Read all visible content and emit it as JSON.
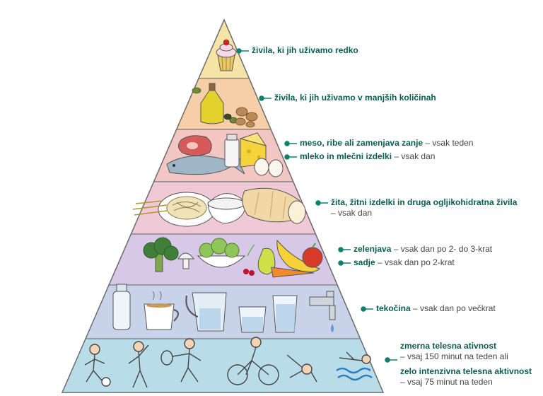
{
  "colors": {
    "accent": "#0f7f6e",
    "outline": "#6b6b6b",
    "tier_sweets": "#f6e3a6",
    "tier_oils": "#f6cfa8",
    "tier_protein": "#f2c7c3",
    "tier_grains": "#f0c9d6",
    "tier_veg": "#d6c8e6",
    "tier_liquid": "#c8d3ea",
    "tier_activity": "#b8dde8"
  },
  "labels": {
    "sweets": {
      "bold": "živila, ki jih uživamo redko",
      "rest": ""
    },
    "oils": {
      "bold": "živila, ki jih uživamo v manjših količinah",
      "rest": ""
    },
    "meat": {
      "bold": "meso, ribe ali zamenjava zanje",
      "rest": " – vsak teden"
    },
    "dairy": {
      "bold": "mleko in mlečni izdelki",
      "rest": " – vsak dan"
    },
    "grains": {
      "bold": "žita, žitni izdelki in druga ogljikohidratna živila",
      "rest": "– vsak dan"
    },
    "vegetables": {
      "bold": "zelenjava",
      "rest": " – vsak dan po 2- do 3-krat"
    },
    "fruit": {
      "bold": "sadje",
      "rest": " – vsak dan po 2-krat"
    },
    "liquids": {
      "bold": "tekočina",
      "rest": " – vsak dan po večkrat"
    },
    "moderate": {
      "bold": "zmerna telesna ativnost",
      "rest": "– vsaj 150 minut na teden ali"
    },
    "intense": {
      "bold": "zelo intenzivna telesna aktivnost",
      "rest": "– vsaj 75 minut na teden"
    }
  },
  "icons": [
    "cupcake-icon",
    "oil-bottle-icon",
    "nuts-icon",
    "meat-icon",
    "fish-icon",
    "milk-bottle-icon",
    "cheese-icon",
    "eggs-icon",
    "pasta-icon",
    "rice-icon",
    "bread-icon",
    "broccoli-icon",
    "salad-icon",
    "cherry-icon",
    "banana-icon",
    "apple-icon",
    "carrot-icon",
    "water-bottle-icon",
    "cup-icon",
    "jug-icon",
    "glass-icon",
    "faucet-icon",
    "runner-icon",
    "gymnast-icon",
    "tennis-icon",
    "cyclist-icon",
    "swimmer-icon"
  ]
}
